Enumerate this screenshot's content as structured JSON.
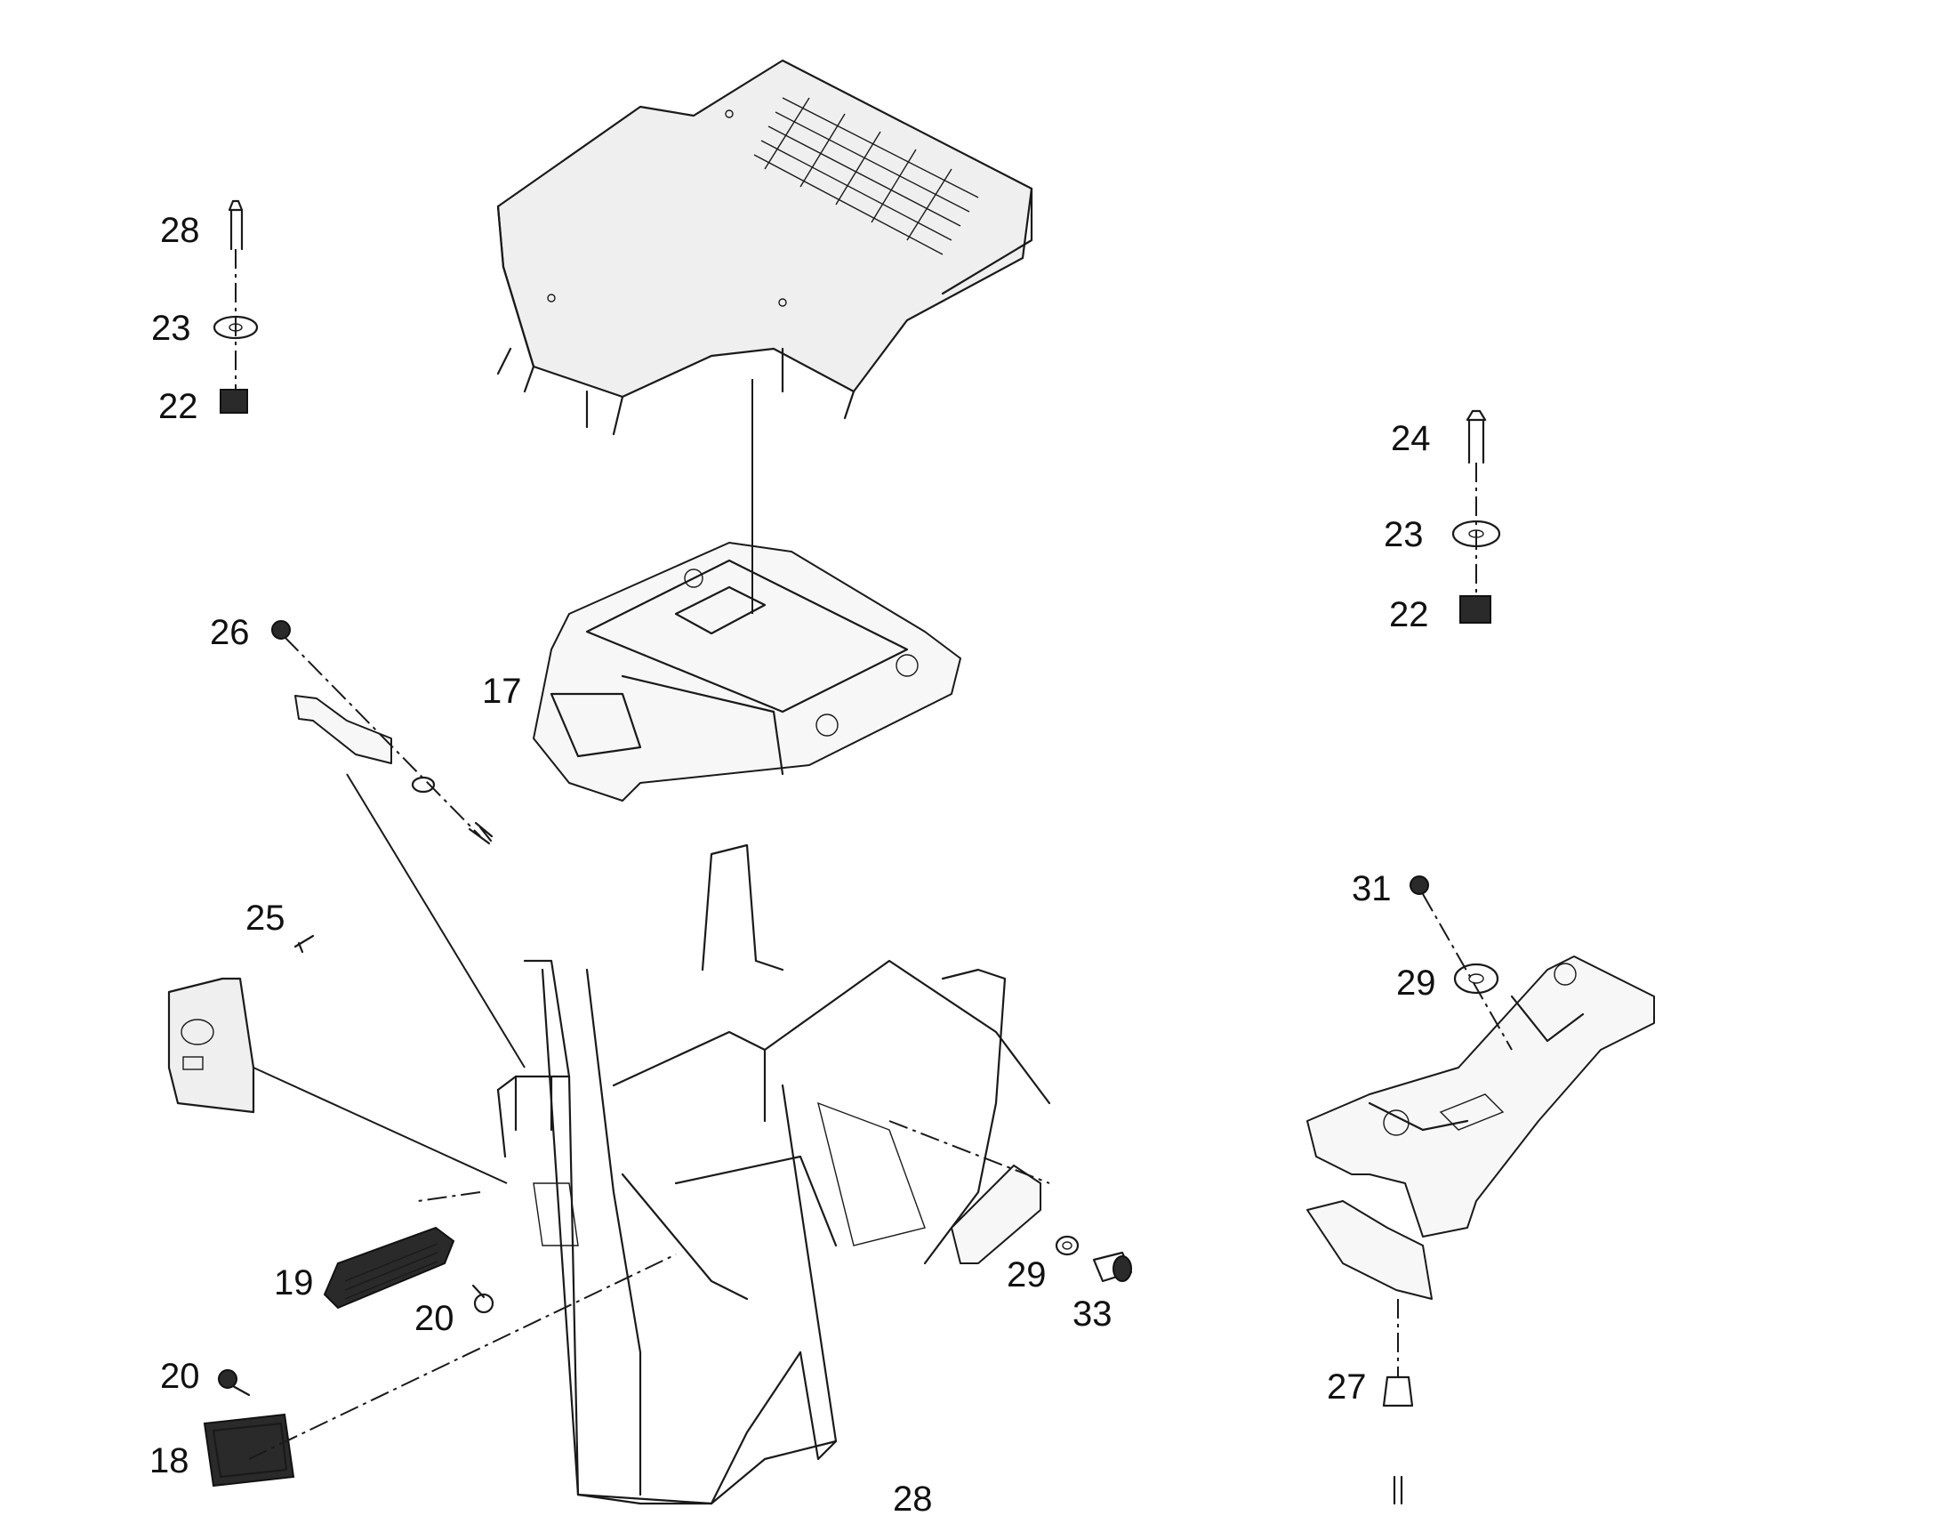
{
  "callouts": {
    "c17": "17",
    "c18": "18",
    "c19": "19",
    "c20a": "20",
    "c20b": "20",
    "c22a": "22",
    "c22b": "22",
    "c23a": "23",
    "c23b": "23",
    "c24": "24",
    "c25": "25",
    "c26": "26",
    "c27": "27",
    "c28a": "28",
    "c28b": "28",
    "c29a": "29",
    "c29b": "29",
    "c31": "31",
    "c33": "33"
  }
}
